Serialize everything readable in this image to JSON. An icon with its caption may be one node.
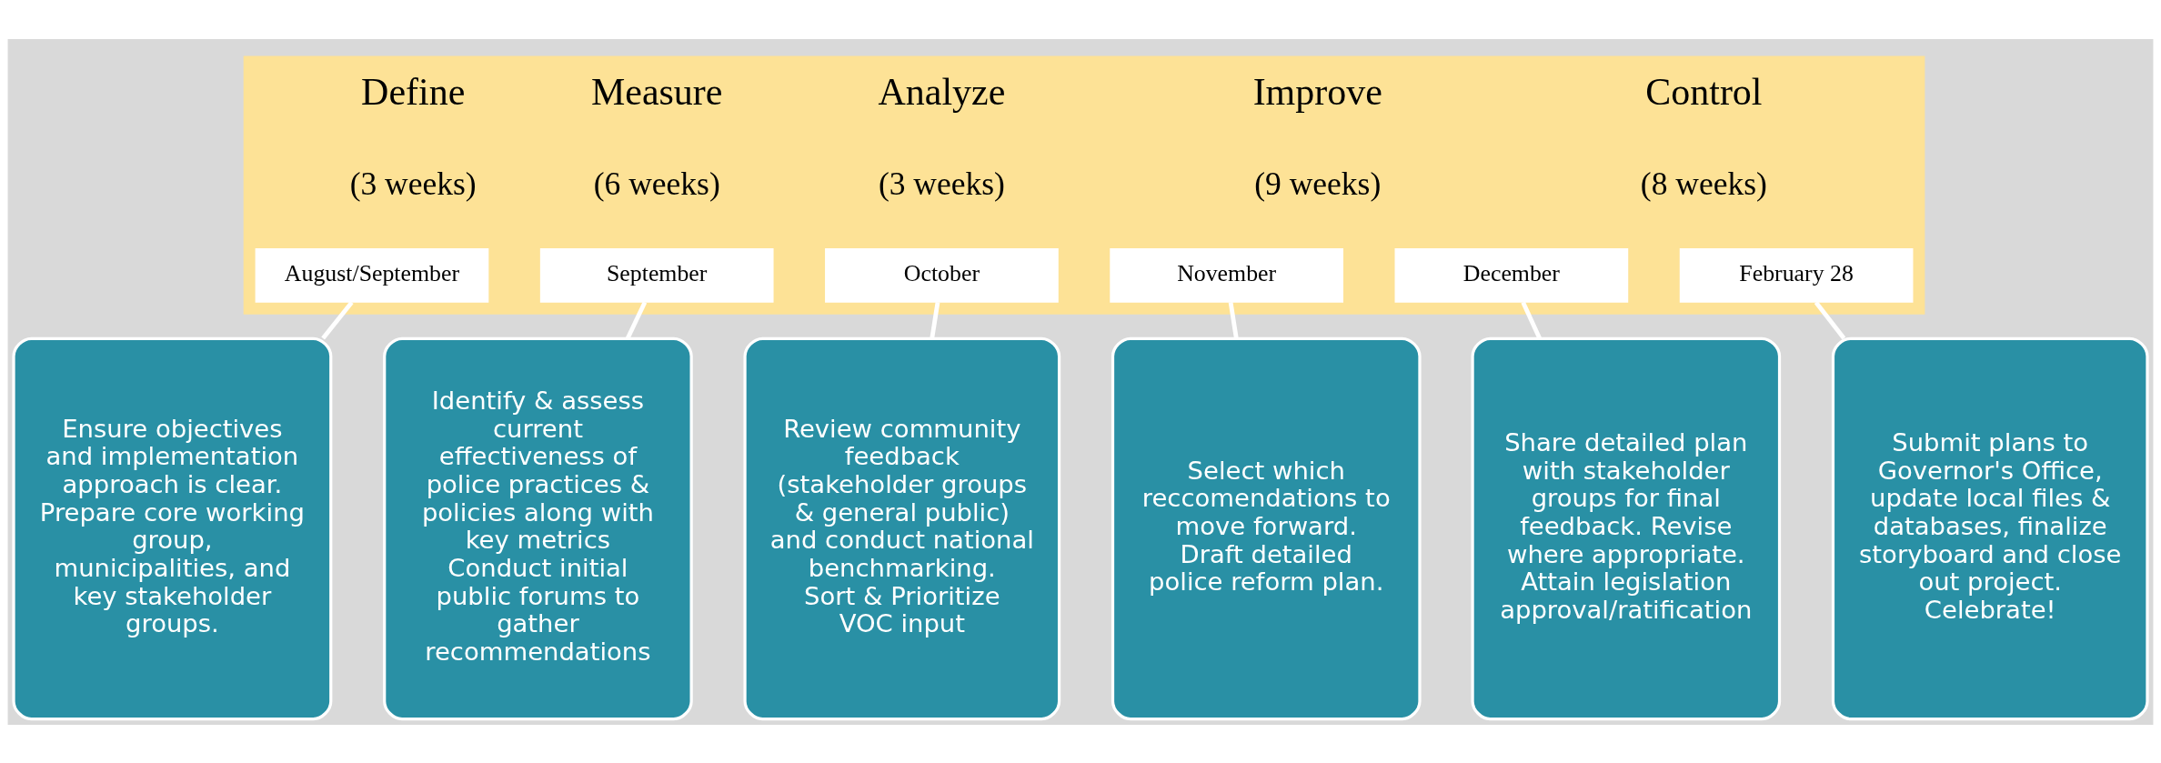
{
  "diagram": {
    "nodes": [
      {
        "text": [],
        "shape": "bar"
      },
      {
        "text": [
          "August/September"
        ],
        "in": 0
      },
      {
        "text": [
          "September"
        ],
        "in": 0
      },
      {
        "text": [
          "October"
        ],
        "in": 0
      },
      {
        "text": [
          "November"
        ],
        "in": 0
      },
      {
        "text": [
          "December"
        ],
        "in": 0
      },
      {
        "text": [
          "February 28"
        ],
        "in": 0
      },
      {
        "text": [
          "Ensure objectives and implementation approach is clear.",
          "Prepare core working group, municipalities, and key stakeholder groups."
        ]
      },
      {
        "text": [
          "Identify & assess current effectiveness of police practices & policies along with key metrics",
          "Conduct initial public forums to gather recommendations"
        ]
      },
      {
        "text": [
          "Review community feedback (stakeholder groups & general public) and conduct national benchmarking.",
          "Sort & Prioritize VOC input"
        ]
      },
      {
        "text": [
          "Select which reccomendations to move forward.",
          "Draft detailed police reform plan."
        ]
      },
      {
        "text": [
          "Share detailed plan with stakeholder groups for final feedback. Revise where appropriate.",
          "Attain legislation approval/ratification"
        ]
      },
      {
        "text": [
          "Submit plans to Governor's Office, update local files & databases, finalize storyboard and close out project.",
          "Celebrate!"
        ]
      }
    ],
    "edges": [
      {
        "from": 1,
        "to": 7,
        "arrow": "none"
      },
      {
        "from": 2,
        "to": 8,
        "arrow": "none"
      },
      {
        "from": 3,
        "to": 9,
        "arrow": "none"
      },
      {
        "from": 4,
        "to": 10,
        "arrow": "none"
      },
      {
        "from": 5,
        "to": 11,
        "arrow": "none"
      },
      {
        "from": 6,
        "to": 12,
        "arrow": "none"
      }
    ],
    "labels": [
      "Define",
      "(3 weeks)",
      "Measure",
      "(6 weeks)",
      "Analyze",
      "(3 weeks)",
      "Improve",
      "(9 weeks)",
      "Control",
      "(8 weeks)"
    ]
  }
}
